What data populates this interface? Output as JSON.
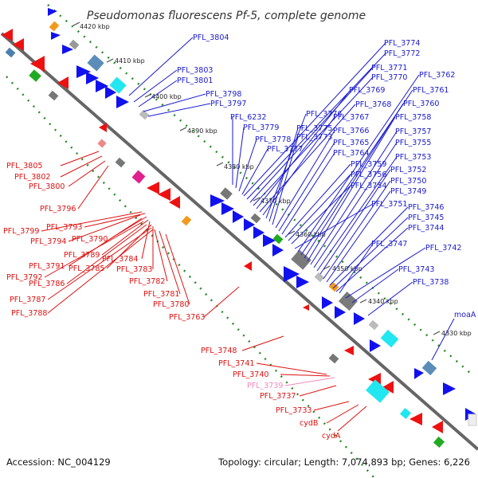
{
  "title": "Pseudomonas fluorescens Pf-5, complete genome",
  "footer": {
    "accession": "Accession: NC_004129",
    "summary": "Topology: circular; Length: 7,074,893 bp; Genes: 6,226"
  },
  "colors": {
    "backbone": "#666666",
    "forward_label": "#1a1acc",
    "reverse_label": "#dd1111",
    "highlight_label": "#ee88bb",
    "ticks": "#2a8a2a",
    "blue_gene": "#1111ee",
    "red_gene": "#ee1111",
    "gray_feature": "#7a7a7a",
    "cyan_feature": "#22e6f0",
    "green_feature": "#22aa22",
    "orange_feature": "#f29a1c",
    "magenta_feature": "#e0208e"
  },
  "kbp_ticks": [
    "4420 kbp",
    "4410 kbp",
    "4400 kbp",
    "4390 kbp",
    "4380 kbp",
    "4370 kbp",
    "4360 kbp",
    "4350 kbp",
    "4340 kbp",
    "4330 kbp"
  ],
  "forward_labels": [
    "PFL_3804",
    "PFL_3803",
    "PFL_3801",
    "PFL_3798",
    "PFL_3797",
    "PFL_6232",
    "PFL_3779",
    "PFL_3778",
    "PFL_3777",
    "PFL_3774",
    "PFL_3772",
    "PFL_3771",
    "PFL_3770",
    "PFL_3769",
    "PFL_3768",
    "PFL_3767",
    "PFL_3776",
    "PFL_3775",
    "PFL_3773",
    "PFL_3766",
    "PFL_3765",
    "PFL_3764",
    "PFL_3759",
    "PFL_3756",
    "PFL_3754",
    "PFL_3751",
    "PFL_3762",
    "PFL_3761",
    "PFL_3760",
    "PFL_3758",
    "PFL_3757",
    "PFL_3755",
    "PFL_3753",
    "PFL_3752",
    "PFL_3750",
    "PFL_3749",
    "PFL_3746",
    "PFL_3745",
    "PFL_3744",
    "PFL_3747",
    "PFL_3742",
    "PFL_3743",
    "PFL_3738",
    "moaA"
  ],
  "reverse_labels": [
    "PFL_3805",
    "PFL_3802",
    "PFL_3800",
    "PFL_3796",
    "PFL_3799",
    "PFL_3793",
    "PFL_3794",
    "PFL_3790",
    "PFL_3791",
    "PFL_3789",
    "PFL_3784",
    "PFL_3792",
    "PFL_3785",
    "PFL_3783",
    "PFL_3786",
    "PFL_3782",
    "PFL_3781",
    "PFL_3787",
    "PFL_3780",
    "PFL_3788",
    "PFL_3763",
    "PFL_3748",
    "PFL_3741",
    "PFL_3740",
    "PFL_3739",
    "PFL_3737",
    "PFL_3733",
    "cydB",
    "cydA"
  ],
  "highlighted_label": "PFL_3739"
}
